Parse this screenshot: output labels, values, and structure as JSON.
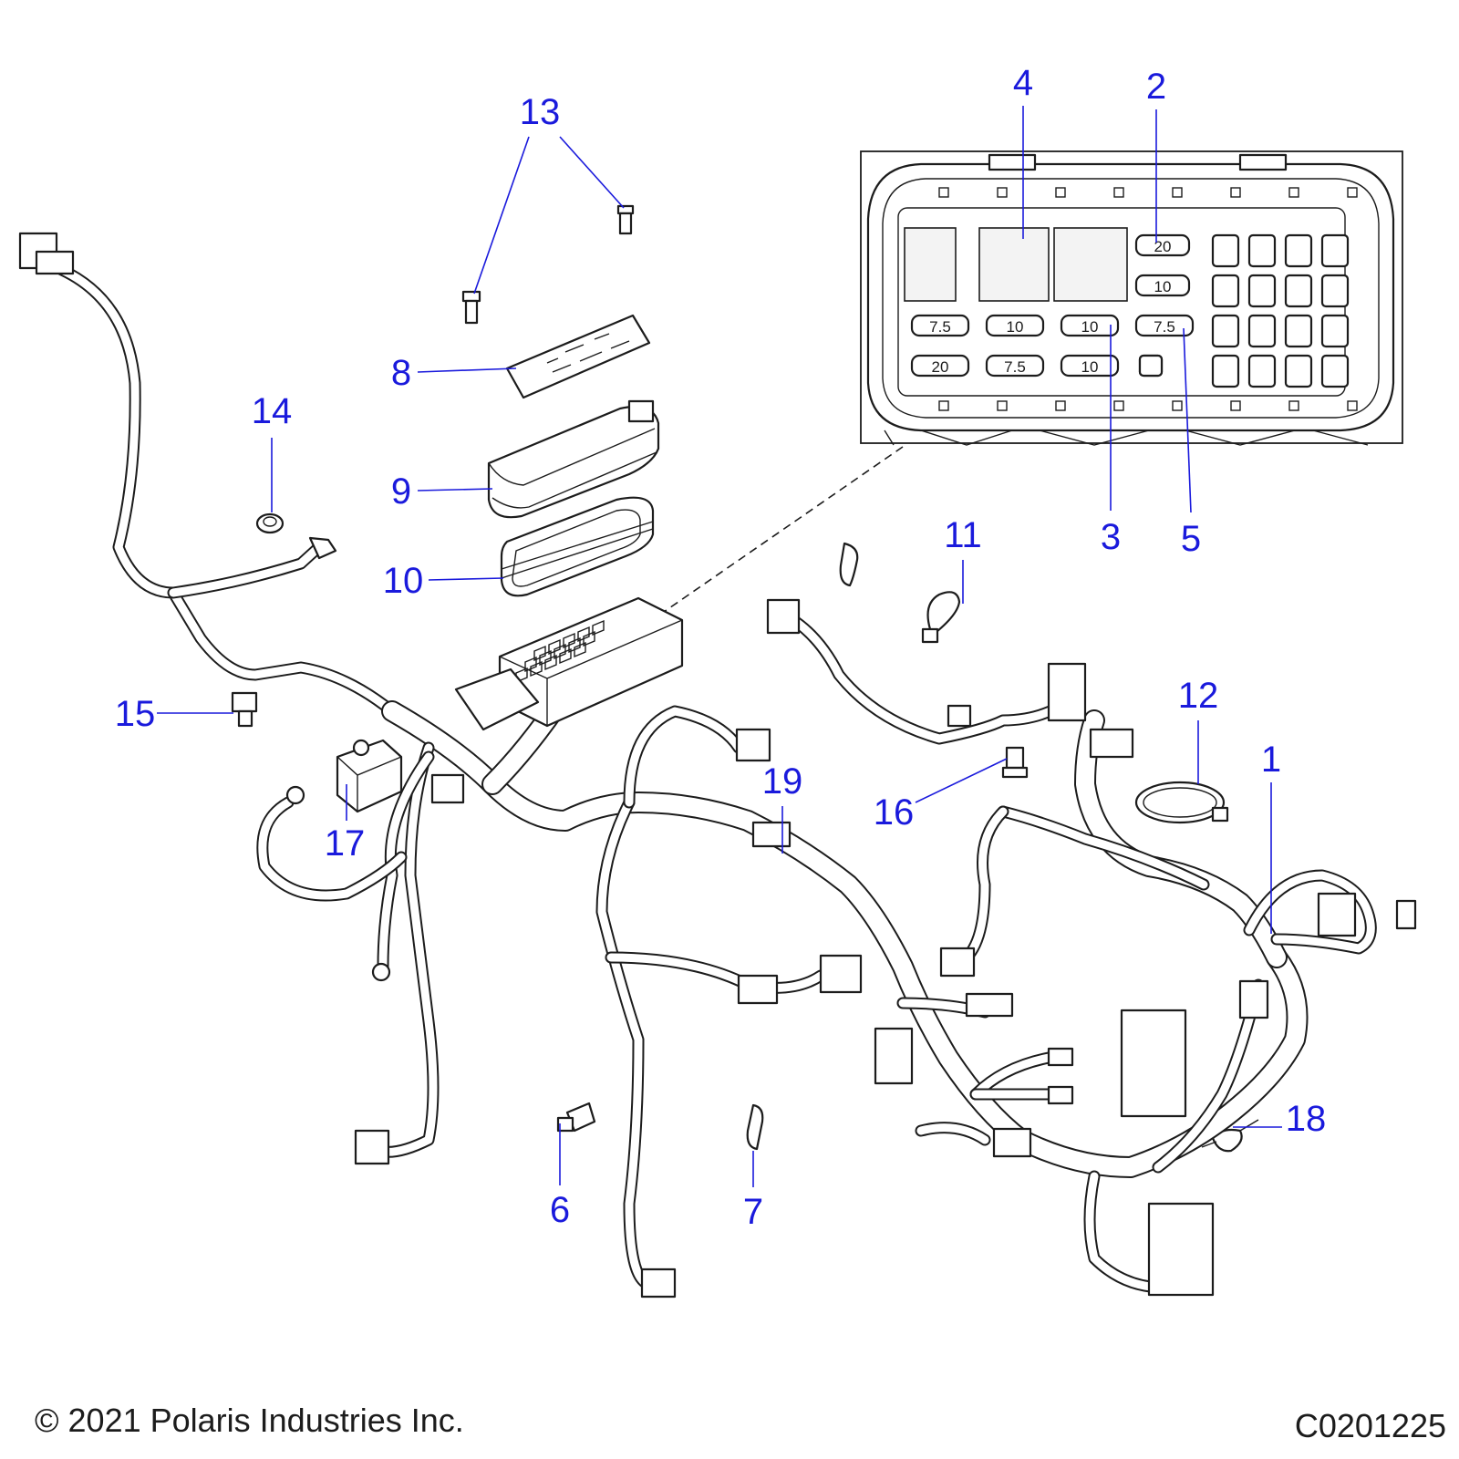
{
  "callouts": {
    "n1": "1",
    "n2": "2",
    "n3": "3",
    "n4": "4",
    "n5": "5",
    "n6": "6",
    "n7": "7",
    "n8": "8",
    "n9": "9",
    "n10": "10",
    "n11": "11",
    "n12": "12",
    "n13": "13",
    "n14": "14",
    "n15": "15",
    "n16": "16",
    "n17": "17",
    "n18": "18",
    "n19": "19"
  },
  "fuse_panel": {
    "row1": [
      "20"
    ],
    "row2": [
      "10"
    ],
    "row3": [
      "7.5",
      "10",
      "10",
      "7.5"
    ],
    "row4": [
      "20",
      "7.5",
      "10"
    ]
  },
  "footer": {
    "copyright": "© 2021 Polaris Industries Inc.",
    "drawing_number": "C0201225"
  }
}
